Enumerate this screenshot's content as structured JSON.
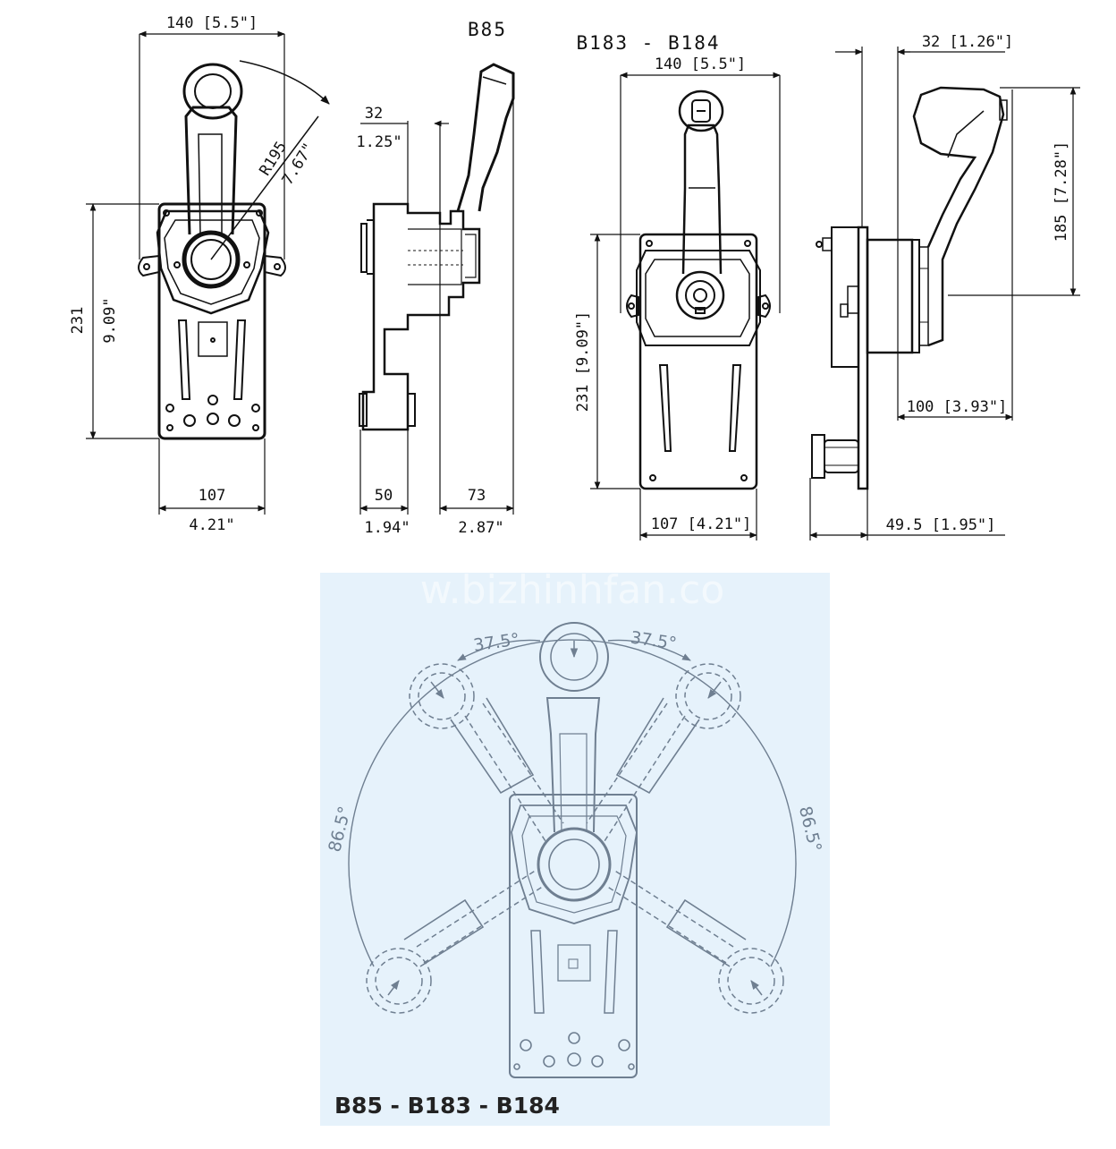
{
  "views": {
    "front_left": {
      "top_width": "140 [5.5\"]",
      "radius": "R195",
      "radius_in": "7.67\"",
      "height": "231",
      "height_in": "9.09\"",
      "base_width": "107",
      "base_width_in": "4.21\""
    },
    "side_left": {
      "title": "B85",
      "offset": "32",
      "offset_in": "1.25\"",
      "depth_a": "50",
      "depth_a_in": "1.94\"",
      "depth_b": "73",
      "depth_b_in": "2.87\""
    },
    "front_right": {
      "title": "B183 - B184",
      "top_width": "140 [5.5\"]",
      "height": "231 [9.09\"]",
      "base_width": "107 [4.21\"]"
    },
    "side_right": {
      "offset": "32 [1.26\"]",
      "height": "185 [7.28\"]",
      "reach": "100 [3.93\"]",
      "depth": "49.5 [1.95\"]"
    }
  },
  "swing_diagram": {
    "angle_top_left": "37.5°",
    "angle_top_right": "37.5°",
    "angle_left": "86.5°",
    "angle_right": "86.5°",
    "model_label": "B85 - B183 - B184",
    "watermark": "w.bizhinhfan.co"
  },
  "colors": {
    "line": "#111111",
    "panel_bg": "#e6f2fb",
    "panel_line": "#6f7f91"
  }
}
